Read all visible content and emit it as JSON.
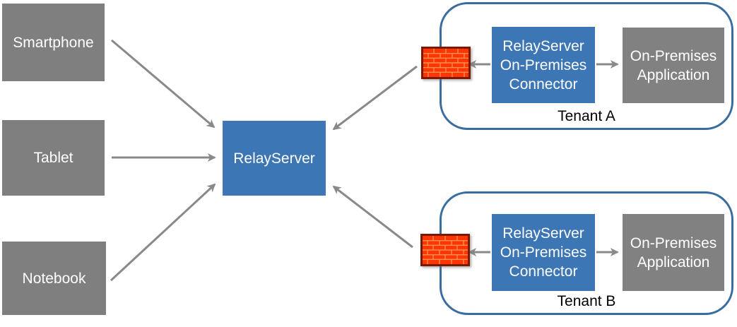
{
  "clients": [
    {
      "label": "Smartphone"
    },
    {
      "label": "Tablet"
    },
    {
      "label": "Notebook"
    }
  ],
  "relay_server": {
    "label": "RelayServer"
  },
  "tenants": [
    {
      "label": "Tenant A",
      "firewall_icon": "firewall-brick-wall",
      "connector": {
        "line1": "RelayServer",
        "line2": "On-Premises",
        "line3": "Connector"
      },
      "application": {
        "line1": "On-Premises",
        "line2": "Application"
      }
    },
    {
      "label": "Tenant B",
      "firewall_icon": "firewall-brick-wall",
      "connector": {
        "line1": "RelayServer",
        "line2": "On-Premises",
        "line3": "Connector"
      },
      "application": {
        "line1": "On-Premises",
        "line2": "Application"
      }
    }
  ],
  "colors": {
    "client_box": "#7F7F7F",
    "relay_box": "#3D76B5",
    "connector_box": "#3D76B5",
    "application_box": "#818181",
    "tenant_border": "#3A6D9F",
    "arrow": "#898989",
    "box_text": "#FFFFFF",
    "tenant_label_text": "#000000",
    "firewall_brick": "#FF3603",
    "firewall_mortar": "#FF9050",
    "firewall_border": "#7B1A02",
    "background": "#FFFFFF"
  }
}
